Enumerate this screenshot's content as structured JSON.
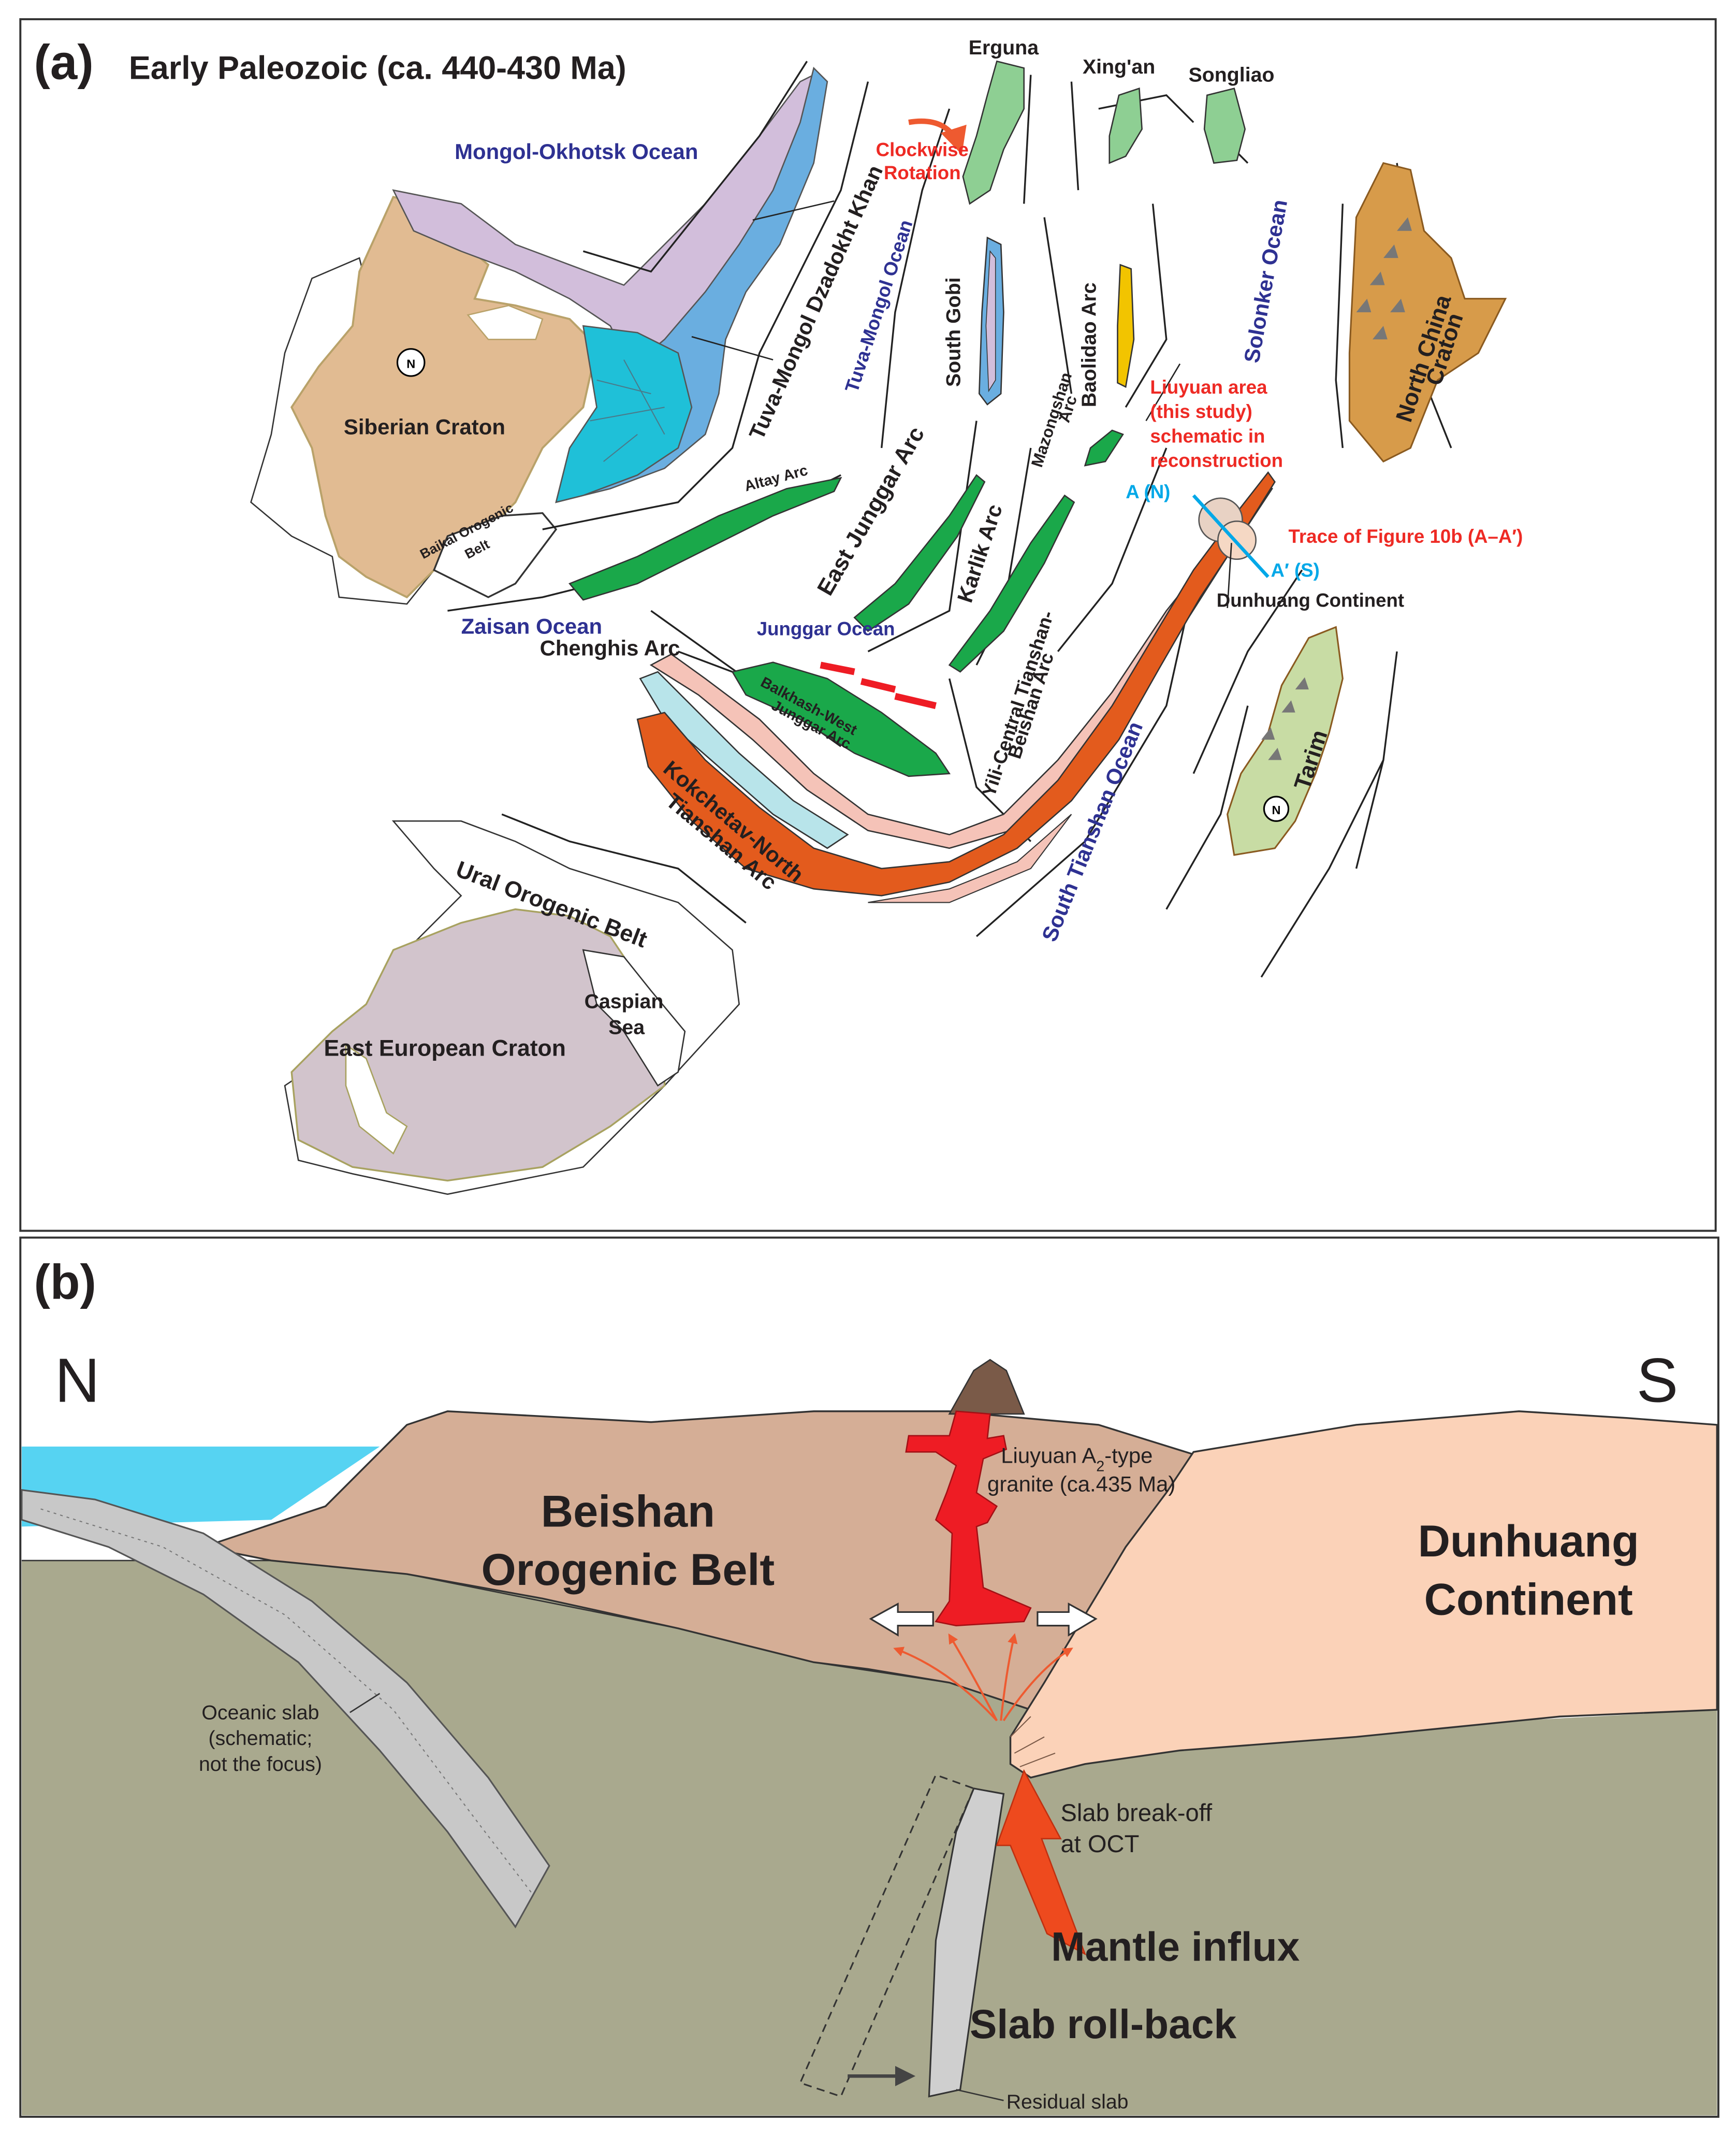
{
  "panel_a": {
    "letter": "(a)",
    "title": "Early Paleozoic (ca. 440-430 Ma)",
    "labels": {
      "erguna": "Erguna",
      "xingan": "Xing'an",
      "songliao": "Songliao",
      "clockwise_1": "Clockwise",
      "clockwise_2": "Rotation",
      "mongol_okhotsk": "Mongol-Okhotsk Ocean",
      "tuva_dzadokht": "Tuva-Mongol Dzadokht Khan",
      "tuva_mongol_ocean": "Tuva-Mongol Ocean",
      "south_gobi": "South Gobi",
      "baolidao": "Baolidao Arc",
      "mazongshan_1": "Mazongshan",
      "mazongshan_2": "Arc",
      "solonker": "Solonker Ocean",
      "north_china_1": "North China",
      "north_china_2": "Craton",
      "siberian": "Siberian Craton",
      "baikal_1": "Baikal Orogenic",
      "baikal_2": "Belt",
      "altay": "Altay Arc",
      "east_junggar": "East Junggar Arc",
      "karlik": "Karlik Arc",
      "liuyuan_1": "Liuyuan area",
      "liuyuan_2": "(this study)",
      "liuyuan_3": "schematic in",
      "liuyuan_4": "reconstruction",
      "a_n": "A (N)",
      "a_s": "A′ (S)",
      "trace": "Trace of Figure 10b  (A–A′)",
      "dunhuang_cont": "Dunhuang Continent",
      "zaisan": "Zaisan Ocean",
      "junggar_ocean": "Junggar Ocean",
      "chenghis": "Chenghis Arc",
      "balkhash_1": "Balkhash-West",
      "balkhash_2": "Junggar Arc",
      "yili_1": "Yili-Central Tianshan-",
      "yili_2": "Beishan Arc",
      "kokchetav_1": "Kokchetav-North",
      "kokchetav_2": "Tianshan Arc",
      "south_tianshan": "South Tianshan Ocean",
      "tarim": "Tarim",
      "ural": "Ural Orogenic Belt",
      "caspian_1": "Caspian",
      "caspian_2": "Sea",
      "east_european": "East European Craton",
      "north_symbol": "N"
    }
  },
  "panel_b": {
    "letter": "(b)",
    "north": "N",
    "south": "S",
    "beishan_1": "Beishan",
    "beishan_2": "Orogenic Belt",
    "dunhuang_1": "Dunhuang",
    "dunhuang_2": "Continent",
    "liuyuan_1a": "Liuyuan A",
    "liuyuan_sub": "2",
    "liuyuan_1b": "-type",
    "liuyuan_2": "granite (ca.435 Ma)",
    "oceanic_1": "Oceanic slab",
    "oceanic_2": "(schematic;",
    "oceanic_3": "not the focus)",
    "breakoff_1": "Slab break-off",
    "breakoff_2": "at OCT",
    "mantle": "Mantle influx",
    "rollback": "Slab roll-back",
    "residual": "Residual slab"
  },
  "colors": {
    "ocean": "#56d3f2",
    "mantle": "#a9a98e",
    "beishan": "#d5ae96",
    "dunhuang": "#fbd2b8",
    "granite": "#ee1c24",
    "arc_green": "#1aa84a",
    "light_green": "#8ecf93",
    "orange_arc": "#e35b1d",
    "siberia": "#e1bb92",
    "lilac": "#d2bedb",
    "blue": "#6aaee0",
    "cyan": "#1fc0d8",
    "north_china": "#d79b4a",
    "tarim": "#c8dca4",
    "east_europe": "#d2c4cc",
    "ocean_label": "#2e3192",
    "red_label": "#ee2a24",
    "cyan_label": "#00a8e8"
  }
}
